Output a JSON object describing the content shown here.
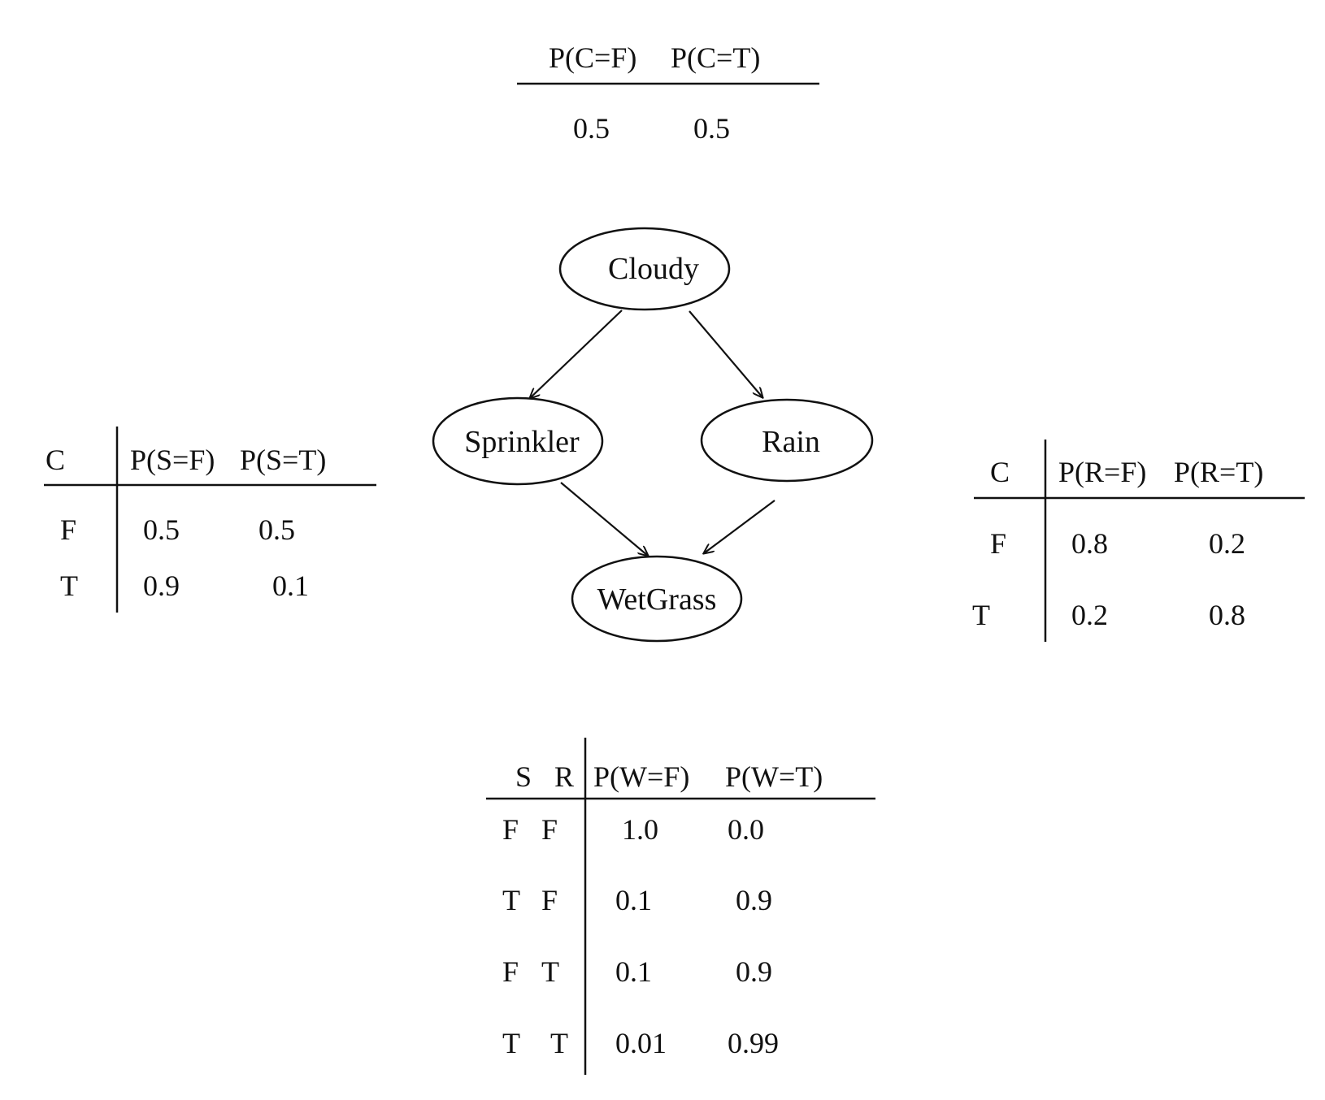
{
  "nodes": {
    "cloudy": "Cloudy",
    "sprinkler": "Sprinkler",
    "rain": "Rain",
    "wetgrass": "WetGrass"
  },
  "cpt_cloudy": {
    "headers": [
      "P(C=F)",
      "P(C=T)"
    ],
    "values": [
      "0.5",
      "0.5"
    ]
  },
  "cpt_sprinkler": {
    "parent_header": "C",
    "headers": [
      "P(S=F)",
      "P(S=T)"
    ],
    "rows": [
      {
        "c": "F",
        "pf": "0.5",
        "pt": "0.5"
      },
      {
        "c": "T",
        "pf": "0.9",
        "pt": "0.1"
      }
    ]
  },
  "cpt_rain": {
    "parent_header": "C",
    "headers": [
      "P(R=F)",
      "P(R=T)"
    ],
    "rows": [
      {
        "c": "F",
        "pf": "0.8",
        "pt": "0.2"
      },
      {
        "c": "T",
        "pf": "0.2",
        "pt": "0.8"
      }
    ]
  },
  "cpt_wetgrass": {
    "parent_headers": [
      "S",
      "R"
    ],
    "headers": [
      "P(W=F)",
      "P(W=T)"
    ],
    "rows": [
      {
        "s": "F",
        "r": "F",
        "pf": "1.0",
        "pt": "0.0"
      },
      {
        "s": "T",
        "r": "F",
        "pf": "0.1",
        "pt": "0.9"
      },
      {
        "s": "F",
        "r": "T",
        "pf": "0.1",
        "pt": "0.9"
      },
      {
        "s": "T",
        "r": "T",
        "pf": "0.01",
        "pt": "0.99"
      }
    ]
  }
}
